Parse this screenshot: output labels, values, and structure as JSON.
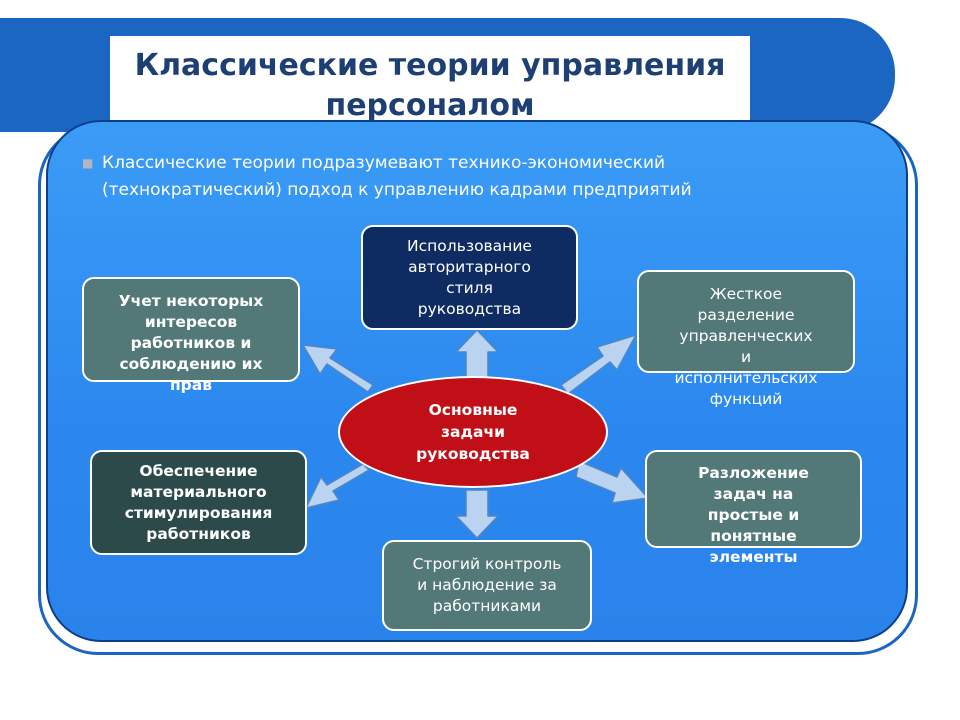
{
  "title": {
    "line1": "Классические теории управления",
    "line2": "персоналом"
  },
  "bullet": {
    "line1": "Классические теории подразумевают технико-экономический",
    "line2": "(технократический) подход к управлению кадрами предприятий"
  },
  "center": {
    "lines": [
      "Основные",
      "задачи",
      "руководства"
    ]
  },
  "boxes": {
    "top": [
      "Использование",
      "авторитарного",
      "стиля",
      "руководства"
    ],
    "top_right": [
      "Жесткое",
      "разделение",
      "управленческих",
      "и",
      "исполнительских",
      "функций"
    ],
    "right": [
      "Разложение",
      "задач на",
      "простые и",
      "понятные",
      "элементы"
    ],
    "bottom": [
      "Строгий контроль",
      "и наблюдение за",
      "работниками"
    ],
    "left": [
      "Обеспечение",
      "материального",
      "стимулирования",
      "работников"
    ],
    "top_left": [
      "Учет  некоторых",
      "интересов",
      "работников и",
      "соблюдению их",
      "прав"
    ]
  },
  "colors": {
    "title_bar": "#1a66c2",
    "panel": "#2b87ee",
    "ellipse": "#c10f17",
    "arrow_fill": "#b9d3f1"
  }
}
